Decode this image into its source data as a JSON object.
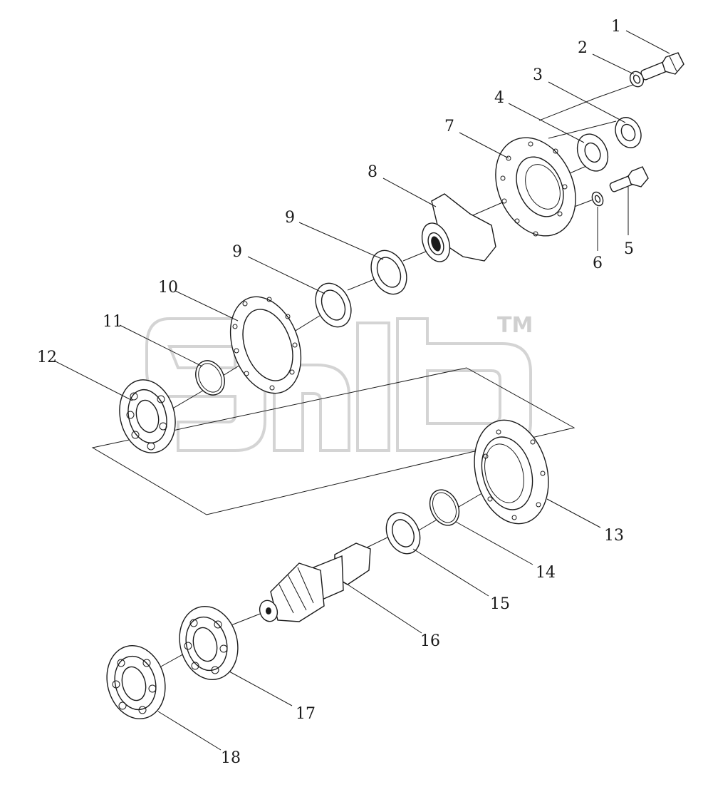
{
  "watermark": {
    "trademark": "TM"
  },
  "callouts": [
    {
      "id": "1",
      "label": "1"
    },
    {
      "id": "2",
      "label": "2"
    },
    {
      "id": "3",
      "label": "3"
    },
    {
      "id": "4",
      "label": "4"
    },
    {
      "id": "5",
      "label": "5"
    },
    {
      "id": "6",
      "label": "6"
    },
    {
      "id": "7",
      "label": "7"
    },
    {
      "id": "8",
      "label": "8"
    },
    {
      "id": "9a",
      "label": "9"
    },
    {
      "id": "9b",
      "label": "9"
    },
    {
      "id": "10",
      "label": "10"
    },
    {
      "id": "11",
      "label": "11"
    },
    {
      "id": "12",
      "label": "12"
    },
    {
      "id": "13",
      "label": "13"
    },
    {
      "id": "14",
      "label": "14"
    },
    {
      "id": "15",
      "label": "15"
    },
    {
      "id": "16",
      "label": "16"
    },
    {
      "id": "17",
      "label": "17"
    },
    {
      "id": "18",
      "label": "18"
    }
  ]
}
